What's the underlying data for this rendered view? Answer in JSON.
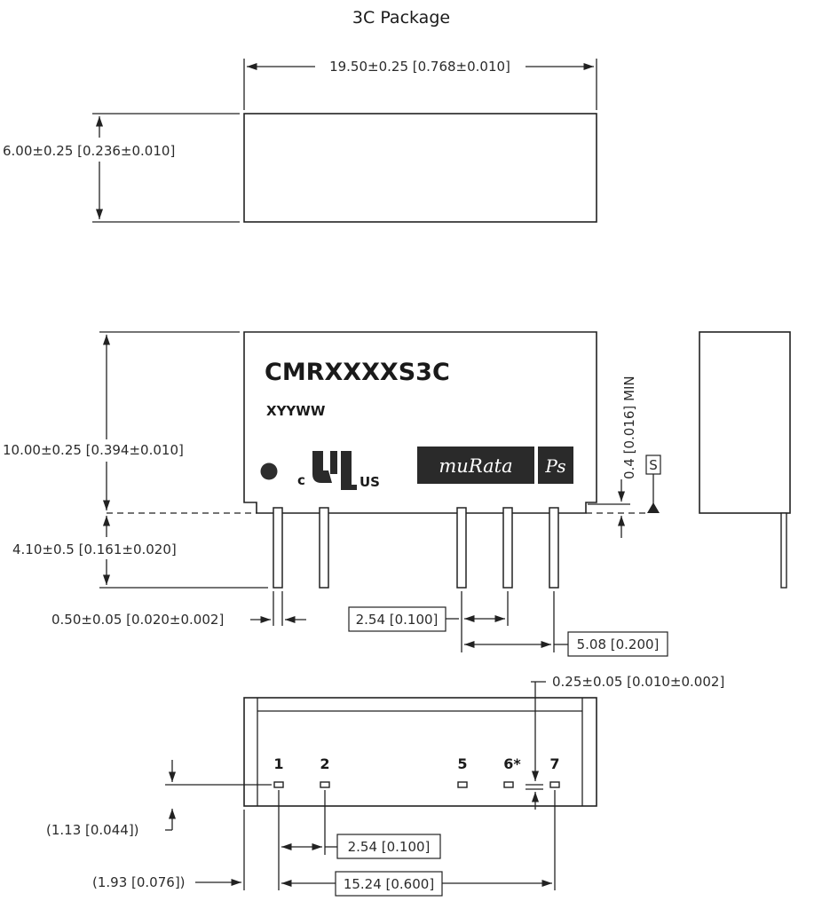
{
  "title": "3C Package",
  "top_view": {
    "length_dim": "19.50±0.25 [0.768±0.010]",
    "height_dim": "6.00±0.25 [0.236±0.010]"
  },
  "front_view": {
    "part_number": "CMRXXXXS3C",
    "date_code": "XYYWW",
    "cert_c": "c",
    "cert_us": "US",
    "brand": "muRata",
    "brand_ps": "Ps",
    "height_dim": "10.00±0.25 [0.394±0.010]",
    "pin_length_dim": "4.10±0.5 [0.161±0.020]",
    "pin_width_dim": "0.50±0.05 [0.020±0.002]",
    "pitch_dim": "2.54 [0.100]",
    "double_pitch_dim": "5.08 [0.200]",
    "standoff_dim": "0.4 [0.016] MIN",
    "seating_plane_label": "S"
  },
  "bottom_view": {
    "pins": [
      "1",
      "2",
      "5",
      "6*",
      "7"
    ],
    "pin_offset_dim": "0.25±0.05 [0.010±0.002]",
    "edge_dim_1": "(1.13 [0.044])",
    "edge_dim_2": "(1.93 [0.076])",
    "pitch_dim": "2.54 [0.100]",
    "span_dim": "15.24 [0.600]"
  }
}
